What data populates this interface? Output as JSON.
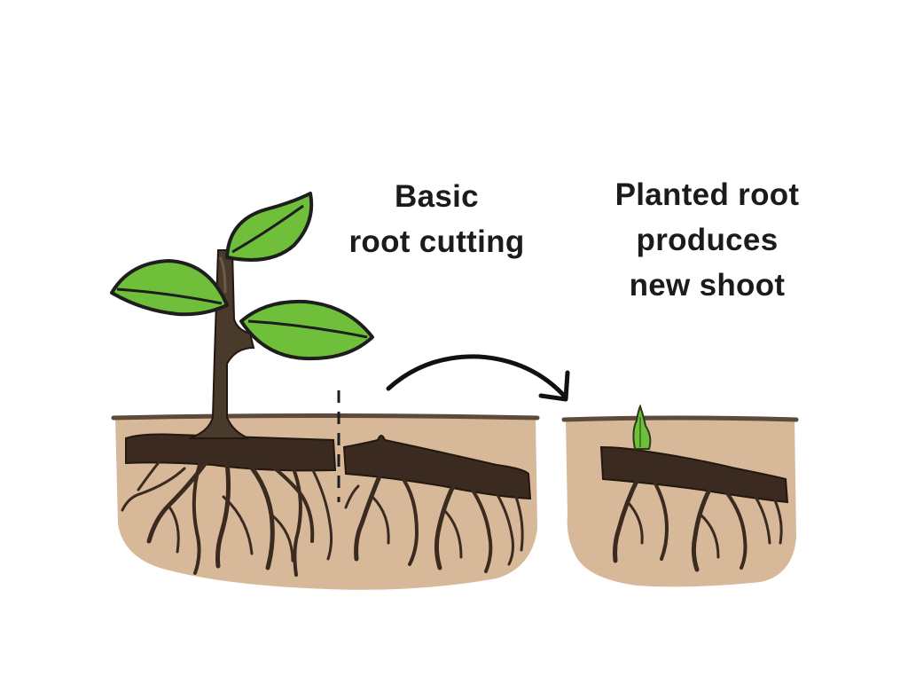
{
  "captions": {
    "cutting": {
      "line1": "Basic",
      "line2": "root cutting"
    },
    "planted": {
      "line1": "Planted root",
      "line2": "produces",
      "line3": "new shoot"
    }
  },
  "colors": {
    "background": "#ffffff",
    "soil": "#d7b99a",
    "soil_surface": "#5c4a3a",
    "root": "#3a2a20",
    "stem": "#4a3a2c",
    "leaf": "#6fbf3a",
    "leaf_outline": "#1e1e1e",
    "text": "#1b1b1b"
  }
}
